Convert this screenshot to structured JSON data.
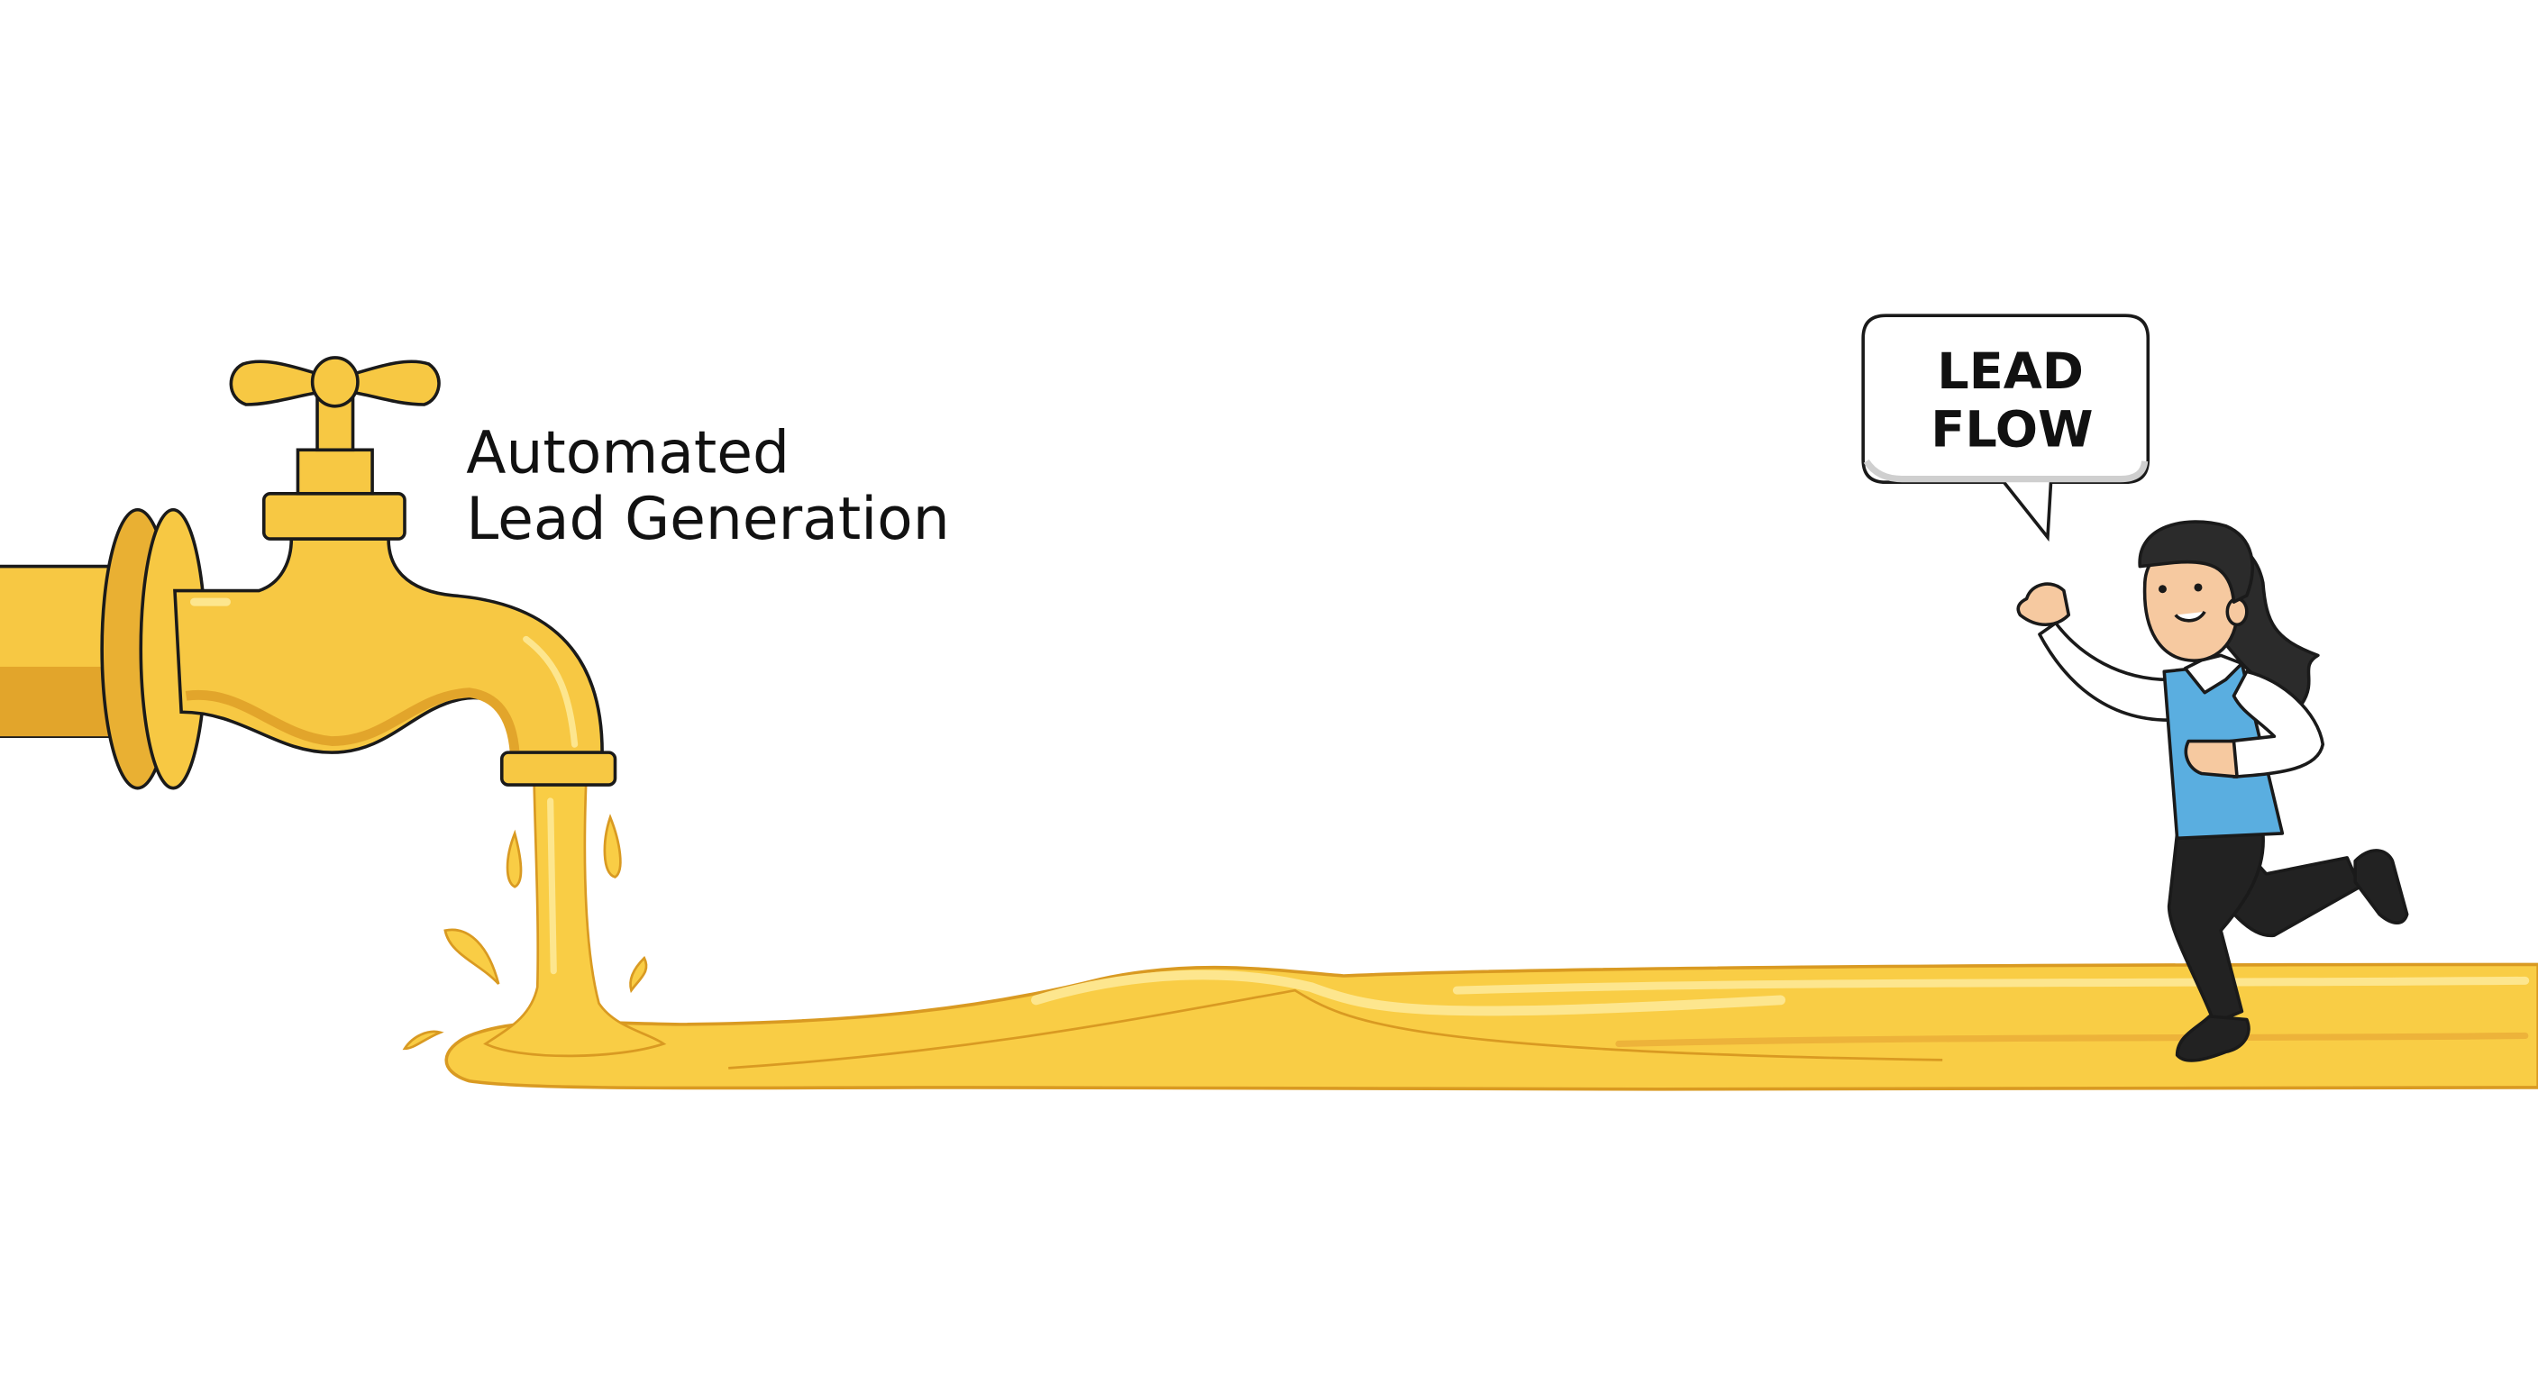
{
  "caption": {
    "line1": "Automated",
    "line2": "Lead Generation"
  },
  "speech_bubble": {
    "line1": "LEAD",
    "line2": "FLOW"
  },
  "colors": {
    "faucet_yellow": "#F7C843",
    "faucet_shadow": "#E2A52B",
    "liquid_yellow": "#F9CD45",
    "liquid_highlight": "#FDE68E",
    "outline": "#1A1A1A",
    "vest_blue": "#5AAEE0",
    "skin": "#F6C9A0",
    "hair": "#2B2B2B",
    "pants": "#222222"
  },
  "icons": [
    "faucet-icon",
    "running-person-illustration",
    "speech-bubble"
  ]
}
